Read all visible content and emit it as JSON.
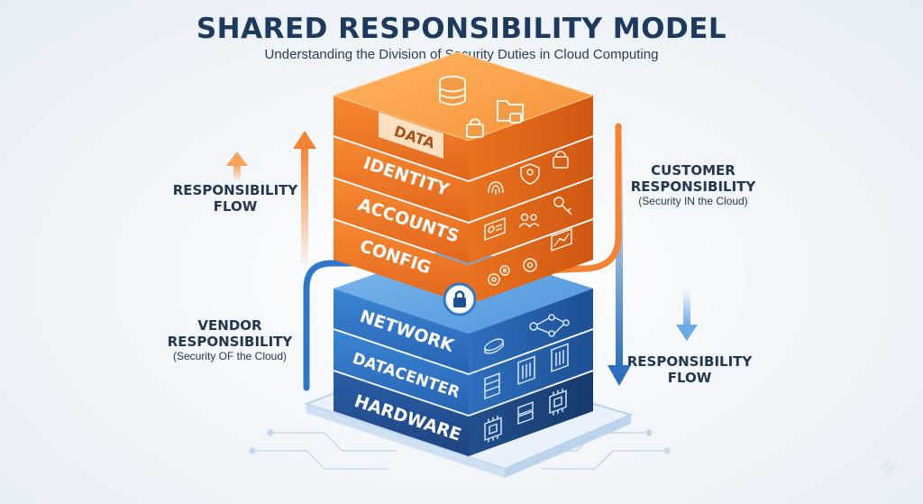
{
  "header": {
    "title": "SHARED RESPONSIBILITY MODEL",
    "subtitle": "Understanding the Division of Security Duties in Cloud Computing"
  },
  "left_labels": {
    "flow_top": {
      "head_line1": "RESPONSIBILITY",
      "head_line2": "FLOW"
    },
    "vendor": {
      "head_line1": "VENDOR",
      "head_line2": "RESPONSIBILITY",
      "sub": "(Security OF the Cloud)"
    }
  },
  "right_labels": {
    "customer": {
      "head_line1": "CUSTOMER",
      "head_line2": "RESPONSIBILITY",
      "sub": "(Security IN the Cloud)"
    },
    "flow_bottom": {
      "head_line1": "RESPONSIBILITY",
      "head_line2": "FLOW"
    }
  },
  "layers": {
    "customer": [
      {
        "label": "DATA",
        "icons": [
          "database-icon",
          "lock-icon",
          "folder-icon"
        ]
      },
      {
        "label": "IDENTITY",
        "icons": [
          "fingerprint-icon",
          "shield-user-icon",
          "lock-icon"
        ]
      },
      {
        "label": "ACCOUNTS",
        "icons": [
          "id-card-icon",
          "users-icon",
          "key-icon"
        ]
      },
      {
        "label": "CONFIG",
        "icons": [
          "gears-icon",
          "gear-icon",
          "dashboard-icon"
        ]
      }
    ],
    "vendor": [
      {
        "label": "NETWORK",
        "icons": [
          "router-icon",
          "network-nodes-icon"
        ]
      },
      {
        "label": "DATACENTER",
        "icons": [
          "server-rack-icon",
          "building-icon",
          "building-icon"
        ]
      },
      {
        "label": "HARDWARE",
        "icons": [
          "chip-icon",
          "server-icon",
          "chip-icon"
        ]
      }
    ]
  },
  "colors": {
    "customer_orange": "#f07a22",
    "vendor_blue": "#2a6fc2",
    "title_navy": "#1d3a5c"
  }
}
